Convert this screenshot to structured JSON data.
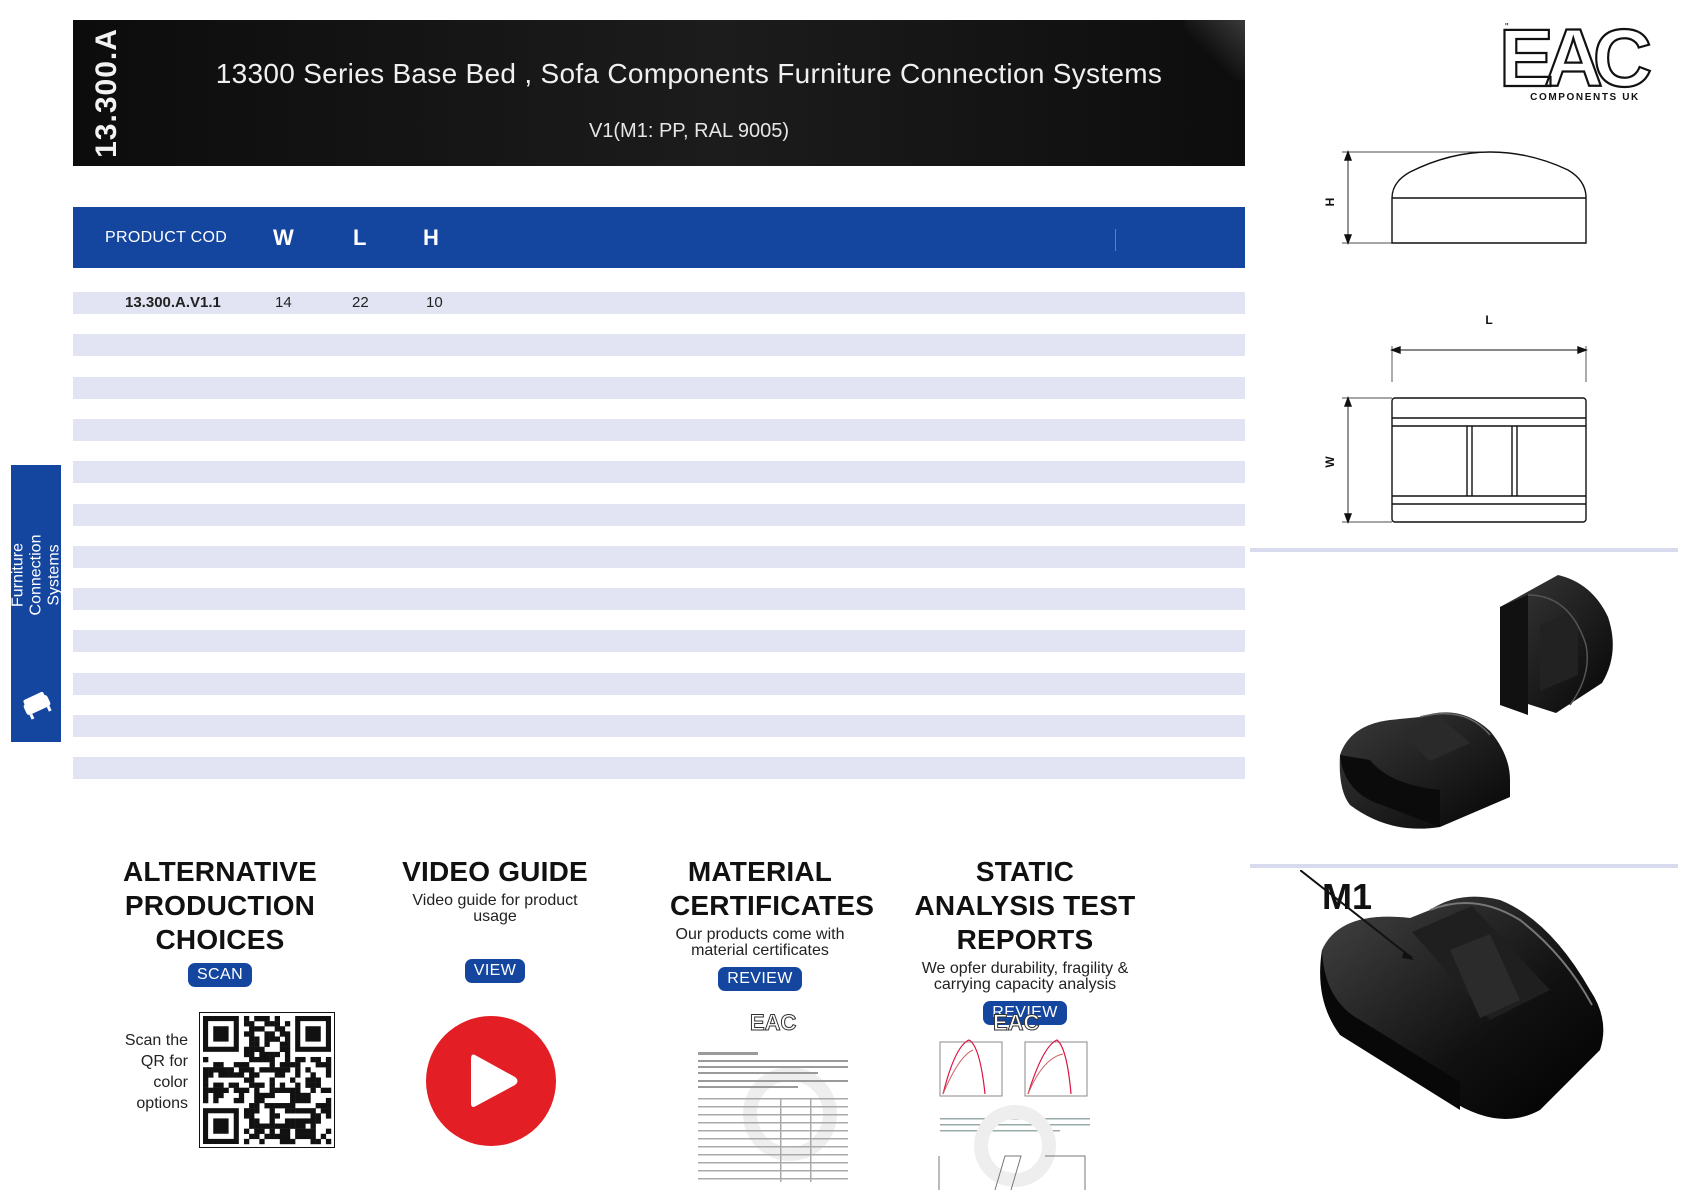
{
  "header": {
    "code": "13.300.A",
    "title": "13300 Series Base Bed , Sofa Components Furniture Connection Systems",
    "subtitle": "V1(M1: PP, RAL 9005)"
  },
  "logo": {
    "letters": "EAC",
    "subtitle": "COMPONENTS UK"
  },
  "table": {
    "headers": [
      "PRODUCT COD",
      "W",
      "L",
      "H"
    ],
    "rows": [
      {
        "code": "13.300.A.V1.1",
        "w": "14",
        "l": "22",
        "h": "10"
      }
    ],
    "stripe_count": 12
  },
  "side_tab": {
    "label": "Furniture Connection Systems",
    "icon": "sofa-icon"
  },
  "drawing": {
    "dim_h": "H",
    "dim_l": "L",
    "dim_w": "W",
    "material_label": "M1"
  },
  "features": [
    {
      "title": "ALTERNATIVE PRODUCTION CHOICES",
      "desc": "",
      "button": "SCAN"
    },
    {
      "title": "VIDEO GUIDE",
      "desc": "Video guide for product usage",
      "button": "VIEW"
    },
    {
      "title": "MATERIAL CERTIFICATES",
      "desc": "Our products come with material certificates",
      "button": "REVIEW"
    },
    {
      "title": "STATIC ANALYSIS TEST REPORTS",
      "desc": "We opfer durability, fragility & carrying capacity analysis",
      "button": "REVIEW"
    }
  ],
  "scan_text": "Scan the QR for color options",
  "colors": {
    "accent": "#1446a0",
    "stripe": "#e2e4f3",
    "banner": "#141414",
    "play": "#e31e24"
  },
  "icons": [
    "qr-code-icon",
    "play-icon",
    "document-icon",
    "sofa-icon"
  ]
}
